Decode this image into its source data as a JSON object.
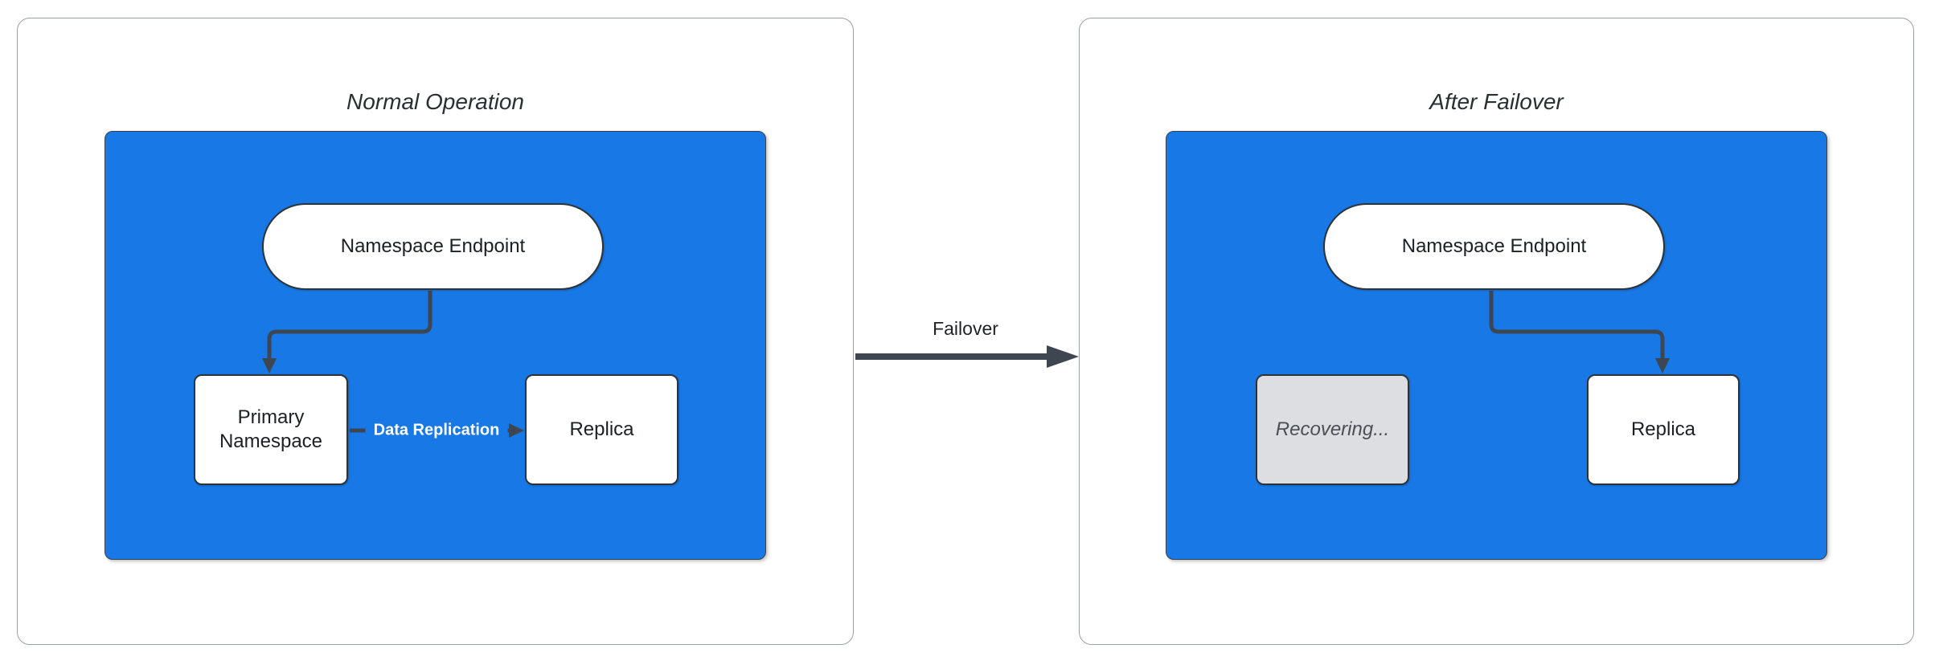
{
  "failover_label": "Failover",
  "panels": [
    {
      "title": "Normal Operation",
      "nodes": {
        "endpoint": "Namespace Endpoint",
        "primary": "Primary Namespace",
        "replica": "Replica"
      },
      "edge_label": "Data Replication"
    },
    {
      "title": "After Failover",
      "nodes": {
        "endpoint": "Namespace Endpoint",
        "recovering": "Recovering...",
        "replica": "Replica"
      }
    }
  ],
  "colors": {
    "cluster_fill": "#1778e6",
    "node_border": "#2e3338",
    "edge_stroke": "#3e4651",
    "panel_border": "#9aa0a4",
    "recovering_fill": "#dcdee1",
    "recovering_text": "#4a4f57",
    "edge_label_text": "#ffffff"
  }
}
